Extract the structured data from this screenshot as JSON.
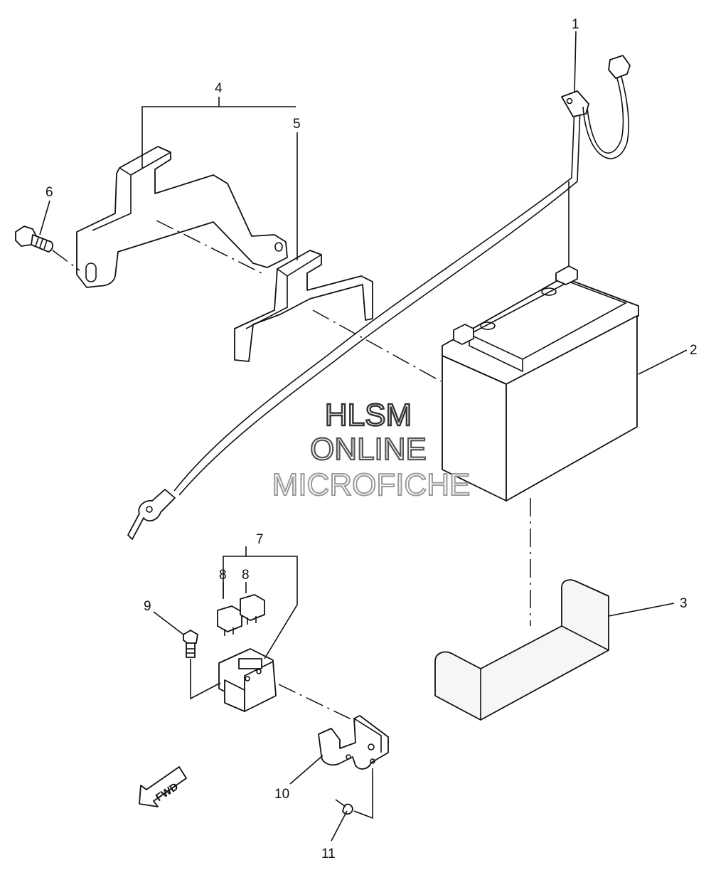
{
  "callouts": {
    "c1": "1",
    "c2": "2",
    "c3": "3",
    "c4": "4",
    "c5": "5",
    "c6": "6",
    "c7": "7",
    "c8a": "8",
    "c8b": "8",
    "c9": "9",
    "c10": "10",
    "c11": "11"
  },
  "watermark": {
    "line1": "HLSM",
    "line2": "ONLINE",
    "line3": "MICROFICHE"
  },
  "fwd_label": "FWD",
  "colors": {
    "line": "#111111",
    "background": "#ffffff",
    "watermark_stroke_1": "#333333",
    "watermark_stroke_2": "#555555",
    "watermark_stroke_3": "#9a9a9a"
  }
}
